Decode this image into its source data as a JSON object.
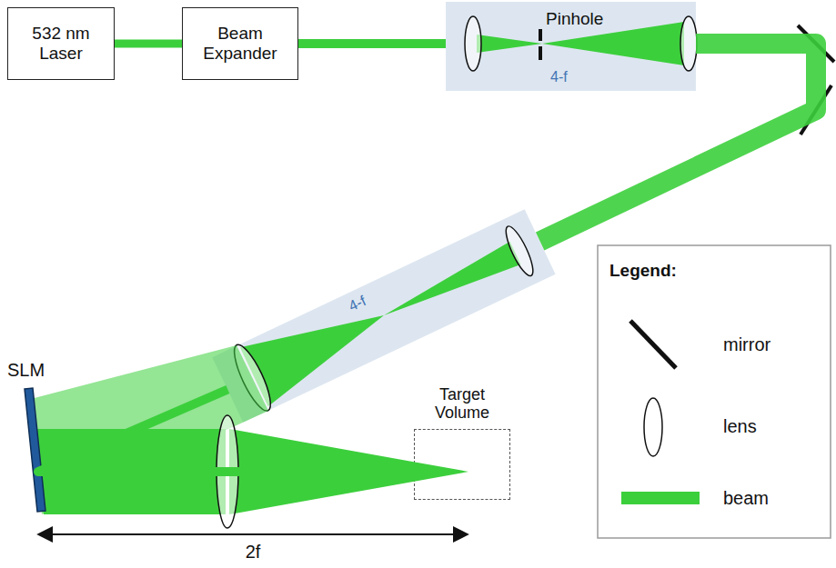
{
  "diagram": {
    "nodes": [
      {
        "text": [
          "532 nm Laser"
        ]
      },
      {
        "text": [
          "Beam Expander"
        ]
      },
      {
        "text": [
          "4-f"
        ]
      },
      {
        "text": [
          "4-f"
        ]
      },
      {
        "text": [
          "Target Volume"
        ]
      }
    ],
    "edges": [
      {
        "from": 0,
        "to": 1,
        "arrow": "none"
      },
      {
        "from": 1,
        "to": 2,
        "arrow": "none"
      },
      {
        "from": 2,
        "to": 3,
        "arrow": "none"
      },
      {
        "from": 3,
        "to": 4,
        "arrow": "none"
      }
    ],
    "labels": [
      "Pinhole",
      "SLM",
      "2f",
      "Legend:"
    ],
    "legend": [
      {
        "text": "mirror"
      },
      {
        "text": "lens"
      },
      {
        "text": "beam"
      }
    ]
  }
}
